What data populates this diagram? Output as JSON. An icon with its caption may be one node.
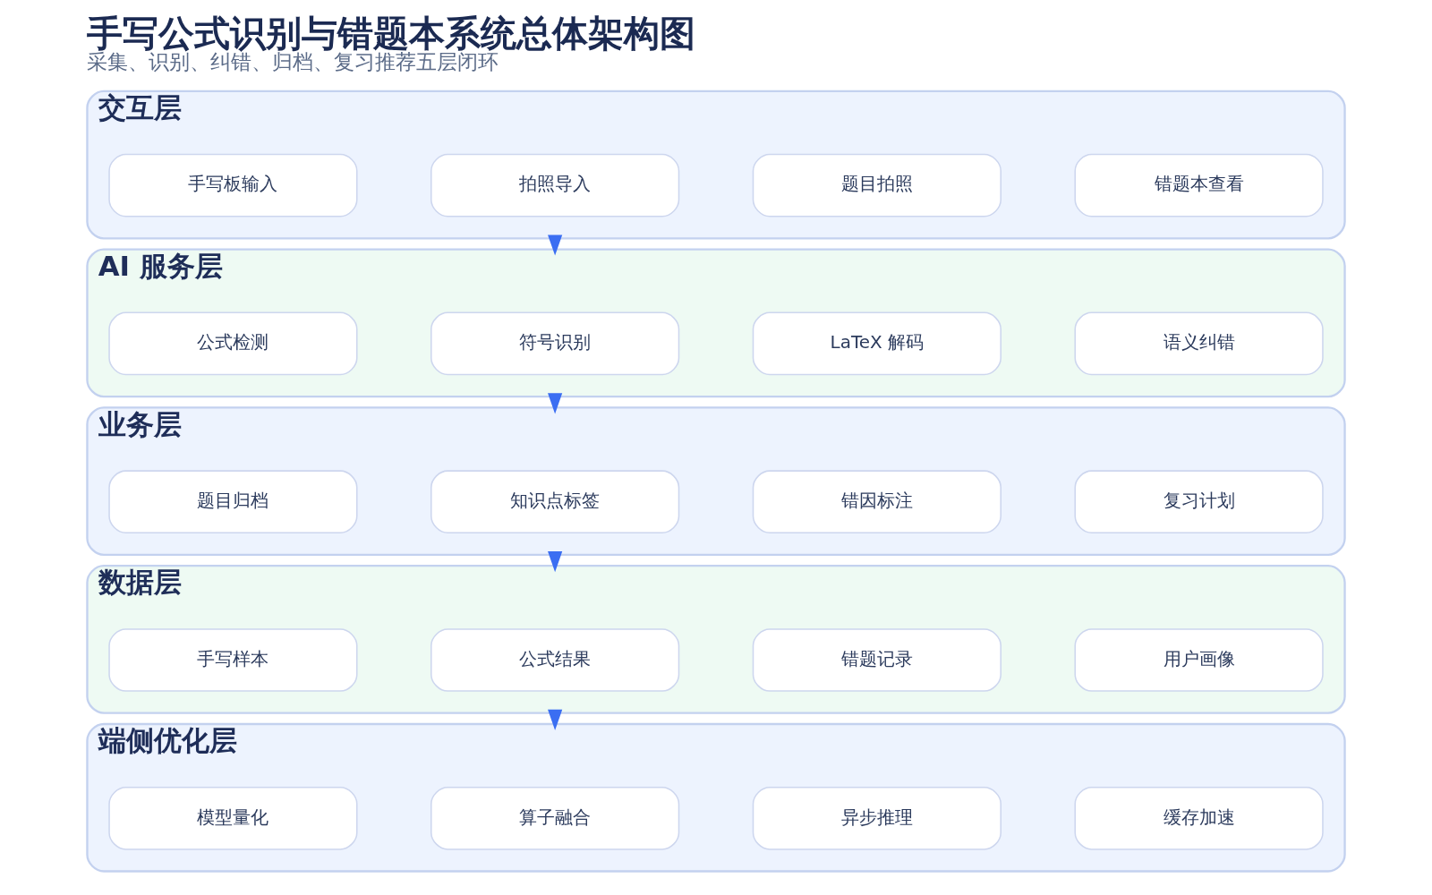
{
  "diagram": {
    "title": "手写公式识别与错题本系统总体架构图",
    "caption": "采集、识别、纠错、归档、复习推荐五层闭环",
    "nodes": [
      {
        "text": [
          "交互层"
        ]
      },
      {
        "text": [
          "手写板输入"
        ],
        "in": 0
      },
      {
        "text": [
          "拍照导入"
        ],
        "in": 0
      },
      {
        "text": [
          "题目拍照"
        ],
        "in": 0
      },
      {
        "text": [
          "错题本查看"
        ],
        "in": 0
      },
      {
        "text": [
          "AI 服务层"
        ]
      },
      {
        "text": [
          "公式检测"
        ],
        "in": 5
      },
      {
        "text": [
          "符号识别"
        ],
        "in": 5
      },
      {
        "text": [
          "LaTeX 解码"
        ],
        "in": 5
      },
      {
        "text": [
          "语义纠错"
        ],
        "in": 5
      },
      {
        "text": [
          "业务层"
        ]
      },
      {
        "text": [
          "题目归档"
        ],
        "in": 10
      },
      {
        "text": [
          "知识点标签"
        ],
        "in": 10
      },
      {
        "text": [
          "错因标注"
        ],
        "in": 10
      },
      {
        "text": [
          "复习计划"
        ],
        "in": 10
      },
      {
        "text": [
          "数据层"
        ]
      },
      {
        "text": [
          "手写样本"
        ],
        "in": 15
      },
      {
        "text": [
          "公式结果"
        ],
        "in": 15
      },
      {
        "text": [
          "错题记录"
        ],
        "in": 15
      },
      {
        "text": [
          "用户画像"
        ],
        "in": 15
      },
      {
        "text": [
          "端侧优化层"
        ]
      },
      {
        "text": [
          "模型量化"
        ],
        "in": 20
      },
      {
        "text": [
          "算子融合"
        ],
        "in": 20
      },
      {
        "text": [
          "异步推理"
        ],
        "in": 20
      },
      {
        "text": [
          "缓存加速"
        ],
        "in": 20
      }
    ],
    "edges": [
      {
        "from": 0,
        "to": 5,
        "arrow": "to"
      },
      {
        "from": 5,
        "to": 10,
        "arrow": "to"
      },
      {
        "from": 10,
        "to": 15,
        "arrow": "to"
      },
      {
        "from": 15,
        "to": 20,
        "arrow": "to"
      }
    ]
  }
}
